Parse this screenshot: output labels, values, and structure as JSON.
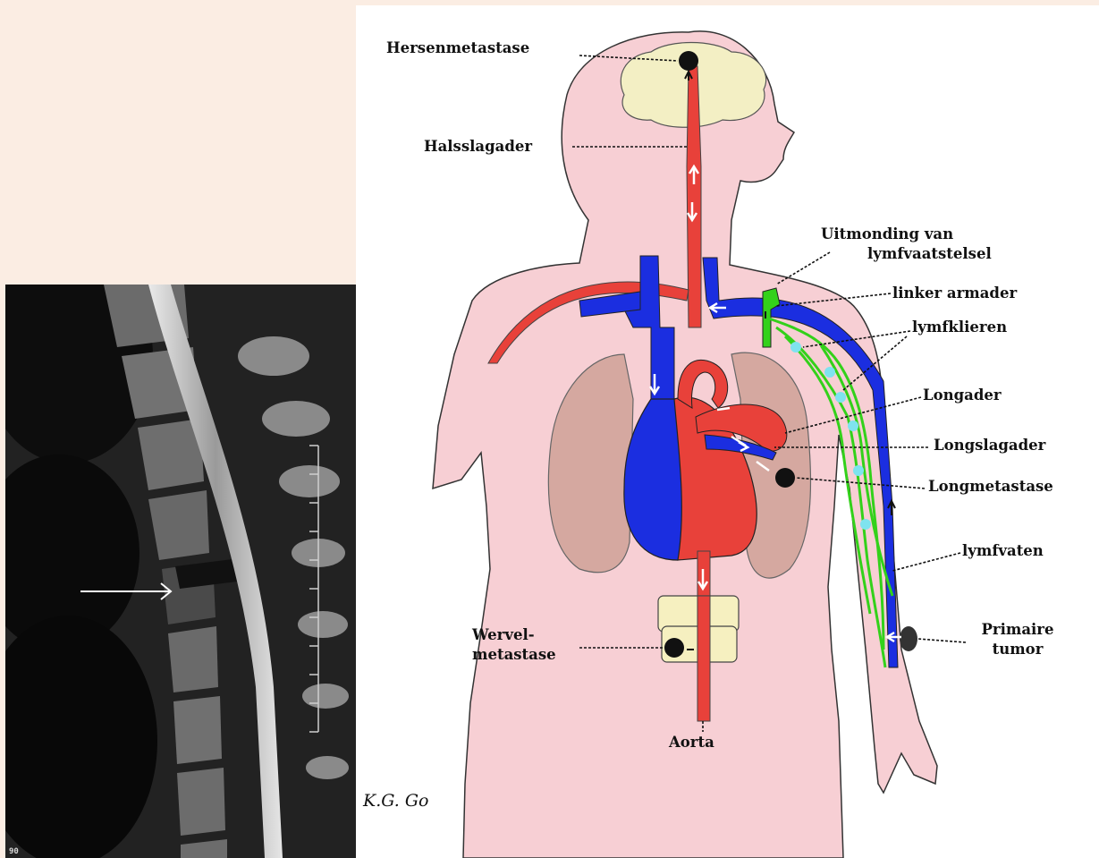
{
  "mri": {
    "counter": "90"
  },
  "labels": {
    "hersenmetastase": "Hersenmetastase",
    "halsslagader": "Halsslagader",
    "uitmonding_line1": "Uitmonding van",
    "uitmonding_line2": "lymfvaatstelsel",
    "linker_armader": "linker armader",
    "lymfklieren": "lymfklieren",
    "longader": "Longader",
    "longslagader": "Longslagader",
    "longmetastase": "Longmetastase",
    "lymfvaten": "lymfvaten",
    "primaire_line1": "Primaire",
    "primaire_line2": "tumor",
    "wervel_line1": "Wervel-",
    "wervel_line2": "metastase",
    "aorta": "Aorta"
  },
  "signature": "K.G. Go",
  "colors": {
    "background": "#fbede3",
    "body": "#f7cfd4",
    "artery": "#e8413a",
    "vein": "#1b2ee0",
    "lymph": "#33d11a",
    "lymph_node": "#7fe3ef",
    "lung": "#d5a8a0",
    "brain": "#f3efc4",
    "metastasis": "#111111"
  }
}
